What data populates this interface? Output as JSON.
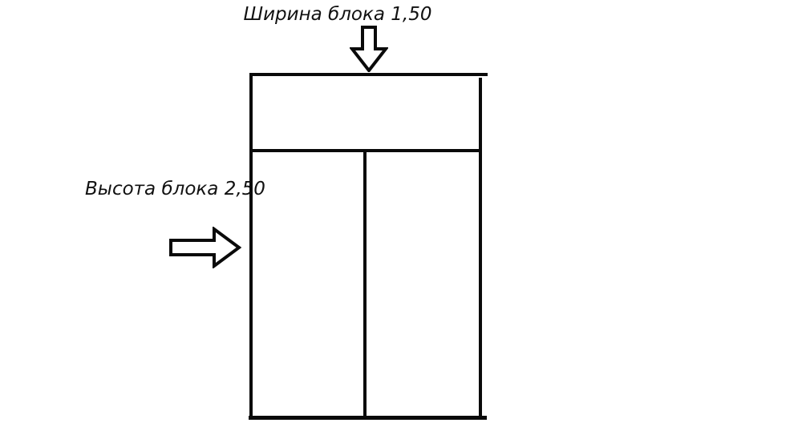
{
  "diagram": {
    "background_color": "#ffffff",
    "line_color": "#0a0a0a",
    "text_color": "#111111",
    "width_annotation": {
      "label": "Ширина блока 1,50",
      "icon": "block-arrow-down"
    },
    "height_annotation": {
      "label": "Высота блока 2,50",
      "icon": "block-arrow-right"
    },
    "block": {
      "width_value": "1,50",
      "height_value": "2,50",
      "parts": [
        "top-lintel-section",
        "left-lower-panel",
        "right-lower-panel"
      ]
    }
  }
}
